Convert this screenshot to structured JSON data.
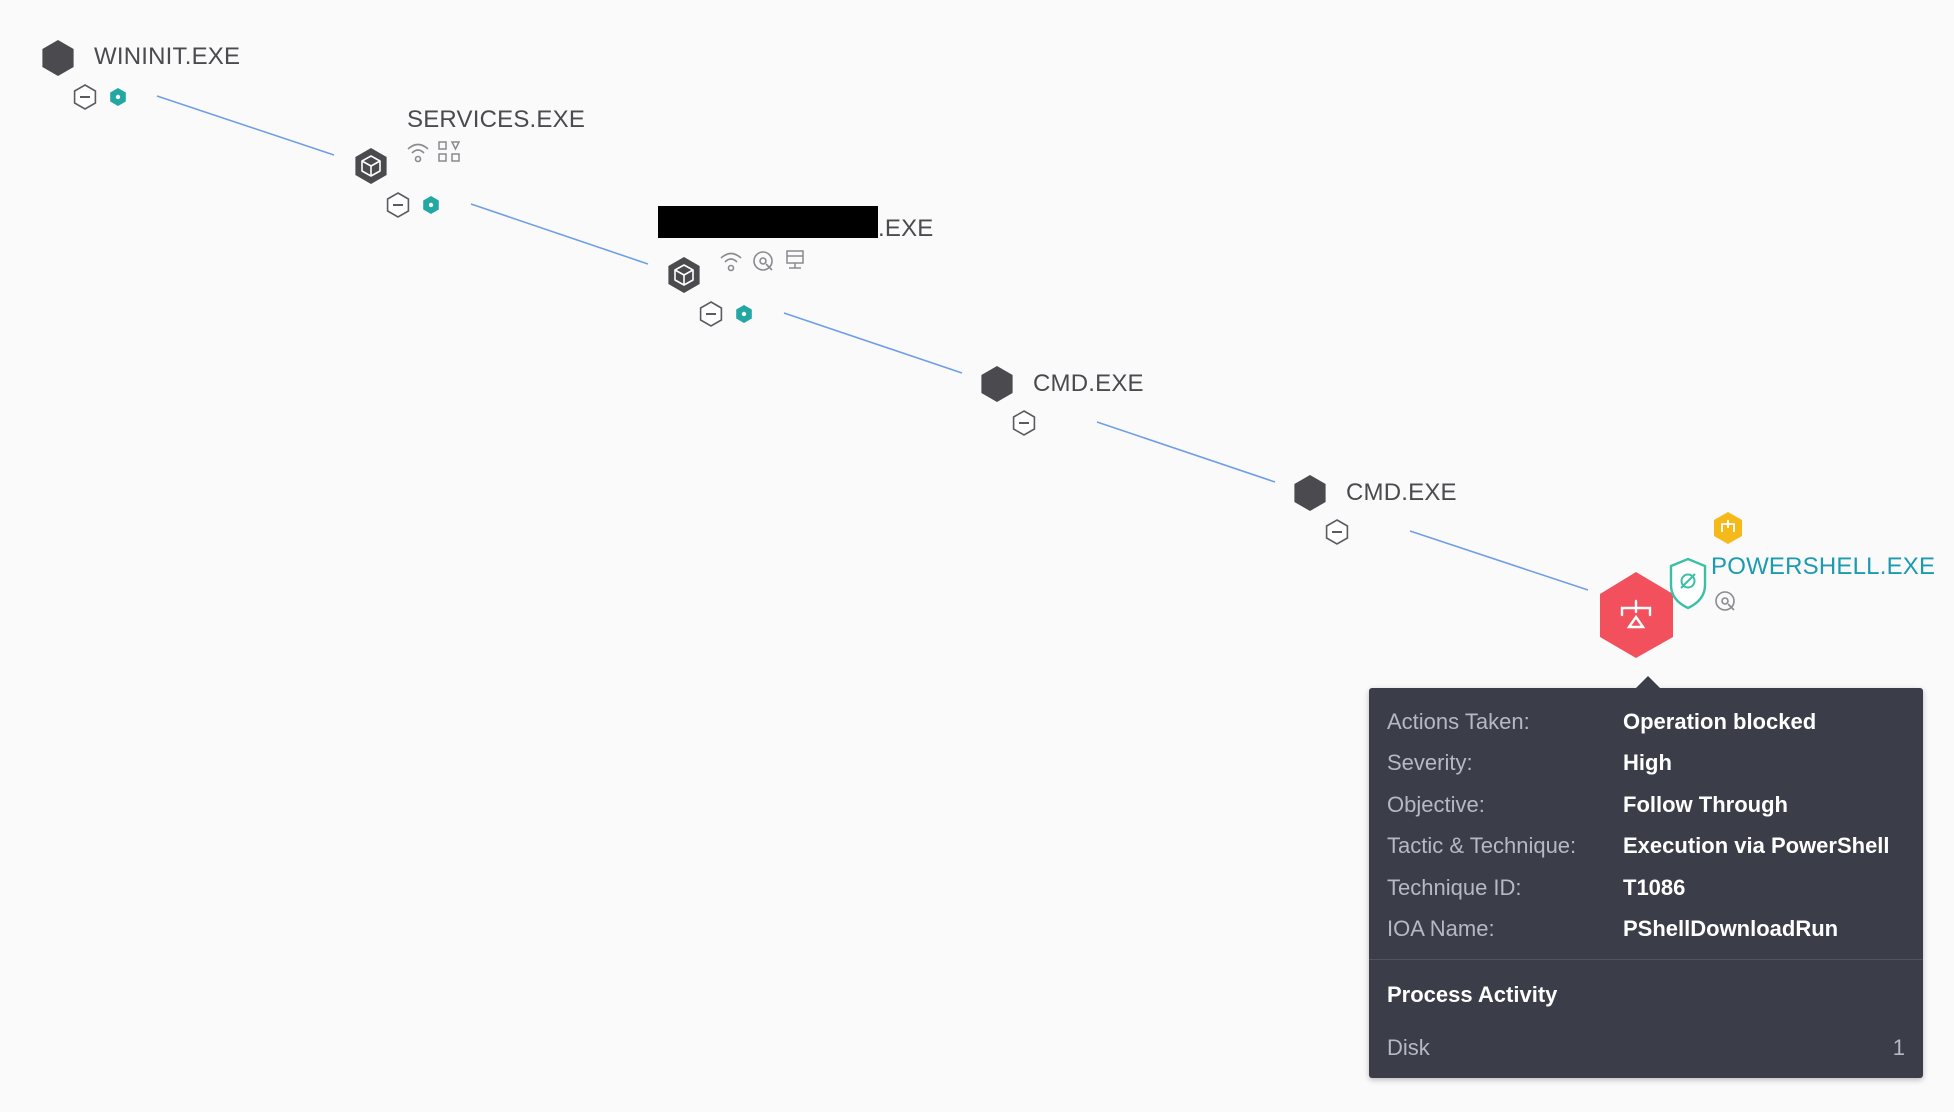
{
  "colors": {
    "edge": "#6f9fe8",
    "process_node": "#4a4a4f",
    "alert_node": "#f2505c",
    "accent_teal": "#22a7a3",
    "warning": "#f6b91a",
    "tooltip_bg": "#3b3d48"
  },
  "nodes": [
    {
      "label": "WININIT.EXE",
      "icons": [
        "process-hex-icon",
        "collapse-icon",
        "teal-hex-badge-icon"
      ]
    },
    {
      "label": "SERVICES.EXE",
      "icons": [
        "process-cube-icon",
        "wifi-icon",
        "grid-icon",
        "collapse-icon",
        "teal-hex-badge-icon"
      ]
    },
    {
      "label": ".EXE",
      "redacted": true,
      "icons": [
        "process-cube-icon",
        "wifi-icon",
        "target-icon",
        "registry-icon",
        "collapse-icon",
        "teal-hex-badge-icon"
      ]
    },
    {
      "label": "CMD.EXE",
      "icons": [
        "process-hex-icon",
        "collapse-icon"
      ]
    },
    {
      "label": "CMD.EXE",
      "icons": [
        "process-hex-icon",
        "collapse-icon"
      ]
    },
    {
      "label": "POWERSHELL.EXE",
      "alert": true,
      "icons": [
        "alert-hex-icon",
        "shield-blocked-icon",
        "warning-hex-icon",
        "target-icon"
      ]
    }
  ],
  "tooltip": {
    "rows": [
      {
        "key": "Actions Taken:",
        "value": "Operation blocked"
      },
      {
        "key": "Severity:",
        "value": "High"
      },
      {
        "key": "Objective:",
        "value": "Follow Through"
      },
      {
        "key": "Tactic & Technique:",
        "value": "Execution via PowerShell"
      },
      {
        "key": "Technique ID:",
        "value": "T1086"
      },
      {
        "key": "IOA Name:",
        "value": "PShellDownloadRun"
      }
    ],
    "section_title": "Process Activity",
    "disk_label": "Disk",
    "disk_count": "1"
  }
}
